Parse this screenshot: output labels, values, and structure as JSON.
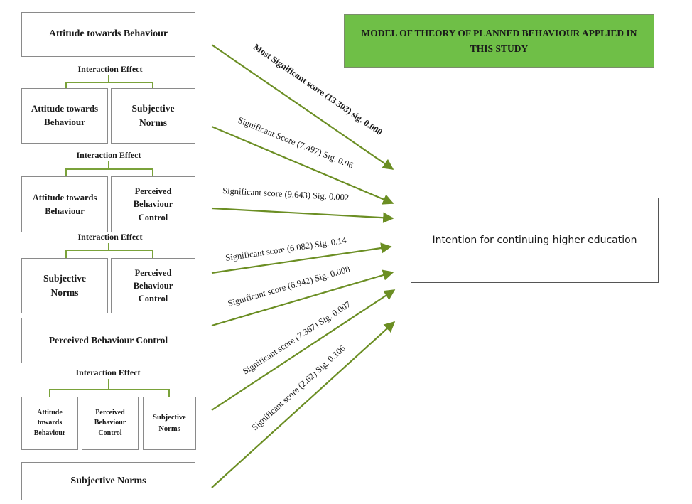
{
  "title": "MODEL OF THEORY OF PLANNED BEHAVIOUR APPLIED IN THIS STUDY",
  "target": "Intention for continuing higher education",
  "interaction_label": "Interaction Effect",
  "boxes": {
    "attitude": "Attitude towards Behaviour",
    "group1_a": "Attitude towards Behaviour",
    "group1_b": "Subjective Norms",
    "group2_a": "Attitude towards Behaviour",
    "group2_b": "Perceived Behaviour Control",
    "group3_a": "Subjective Norms",
    "group3_b": "Perceived Behaviour Control",
    "pbc": "Perceived Behaviour Control",
    "group4_a": "Attitude towards Behaviour",
    "group4_b": "Perceived Behaviour Control",
    "group4_c": "Subjective Norms",
    "subjective": "Subjective Norms"
  },
  "arrows": [
    {
      "label": "Most Significant score (13.303) sig. 0.000",
      "bold": true
    },
    {
      "label": "Significant Score (7.497) Sig. 0.06"
    },
    {
      "label": "Significant score (9.643) Sig. 0.002"
    },
    {
      "label": "Significant score (6.082) Sig. 0.14"
    },
    {
      "label": "Significant score (6.942) Sig. 0.008"
    },
    {
      "label": "Significant score (7.367) Sig. 0.007"
    },
    {
      "label": "Significant score (2.62) Sig. 0.106"
    }
  ],
  "colors": {
    "arrow": "#6b8e23",
    "title_bg": "#6fbf47",
    "connector": "#7aa23a"
  }
}
